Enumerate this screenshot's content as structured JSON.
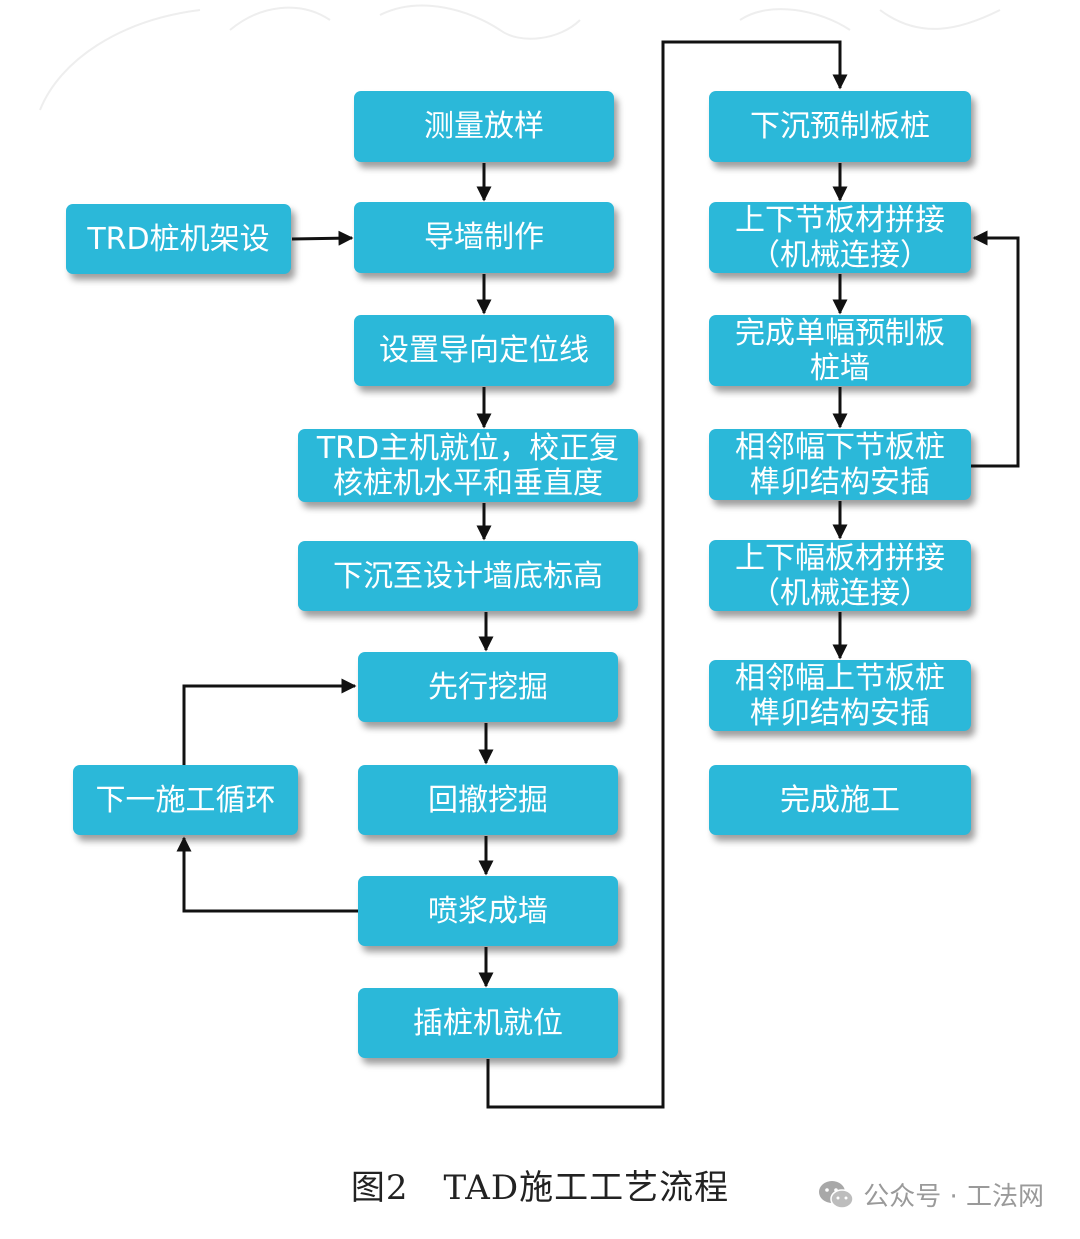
{
  "steps": {
    "measure": "测量放样",
    "trd_setup": "TRD桩机架设",
    "guide_wall": "导墙制作",
    "guide_line": "设置导向定位线",
    "trd_position": "TRD主机就位，校正复\n核桩机水平和垂直度",
    "sink_design": "下沉至设计墙底标高",
    "pre_dig": "先行挖掘",
    "next_cycle": "下一施工循环",
    "back_dig": "回撤挖掘",
    "spray_wall": "喷浆成墙",
    "insert_rig": "插桩机就位",
    "sink_precast": "下沉预制板桩",
    "join_upper_lower": "上下节板材拼接\n（机械连接）",
    "finish_single": "完成单幅预制板\n桩墙",
    "adjacent_lower": "相邻幅下节板桩\n榫卯结构安插",
    "join_panels": "上下幅板材拼接\n（机械连接）",
    "adjacent_upper": "相邻幅上节板桩\n榫卯结构安插",
    "finish": "完成施工"
  },
  "caption": "图2　TAD施工工艺流程",
  "watermark": "公众号 · 工法网",
  "colors": {
    "box_fill": "#2bb8d9",
    "box_text": "#ffffff",
    "arrow": "#111111"
  }
}
